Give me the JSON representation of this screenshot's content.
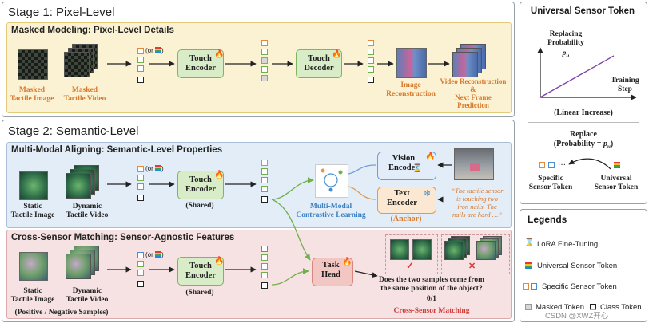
{
  "stage1": {
    "title": "Stage 1: Pixel-Level",
    "section": "Masked Modeling: Pixel-Level Details",
    "masked_image_label": "Masked\nTactile Image",
    "masked_video_label": "Masked\nTactile Video",
    "or_text": "(or",
    "or_close": ")",
    "encoder": "Touch\nEncoder",
    "decoder": "Touch\nDecoder",
    "image_recon": "Image\nReconstruction",
    "video_recon": "Video Reconstruction\n&\nNext Frame\nPrediction"
  },
  "stage2": {
    "title": "Stage 2: Semantic-Level",
    "align_section": "Multi-Modal Aligning: Semantic-Level Properties",
    "static_image_label": "Static\nTactile Image",
    "dynamic_video_label": "Dynamic\nTactile Video",
    "encoder": "Touch\nEncoder",
    "shared": "(Shared)",
    "contrastive": "Multi-Modal\nContrastive Learning",
    "vision_encoder": "Vision\nEncoder",
    "text_encoder": "Text\nEncoder",
    "anchor": "(Anchor)",
    "quote": "“The tactile sensor\nis touching two\niron nails. The\nnails are hard …”",
    "match_section": "Cross-Sensor Matching: Sensor-Agnostic Features",
    "match_image_label": "Static\nTactile Image",
    "match_video_label": "Dynamic\nTactile Video",
    "samples_label": "(Positive / Negative Samples)",
    "task_head": "Task\nHead",
    "question": "Does the two samples come from\nthe same position of the object?",
    "answer": "0/1",
    "cross_matching": "Cross-Sensor Matching",
    "check": "✓",
    "cross": "✕"
  },
  "universal": {
    "title": "Universal Sensor Token",
    "y_label": "Replacing\nProbability",
    "y_var": "p",
    "y_sub": "u",
    "x_label": "Training\nStep",
    "caption": "(Linear Increase)",
    "replace_label": "Replace",
    "replace_prob": "(Probability = ",
    "replace_close": ")",
    "specific": "Specific\nSensor Token",
    "universal_token": "Universal\nSensor Token",
    "ellipsis": "…"
  },
  "legends": {
    "title": "Legends",
    "items": [
      {
        "label": "LoRA Fine-Tuning"
      },
      {
        "label": "Universal Sensor Token"
      },
      {
        "label": "Specific Sensor Token"
      },
      {
        "label": "Masked Token"
      },
      {
        "label": "Class Token"
      }
    ]
  },
  "watermark": "CSDN @XWZ开心"
}
